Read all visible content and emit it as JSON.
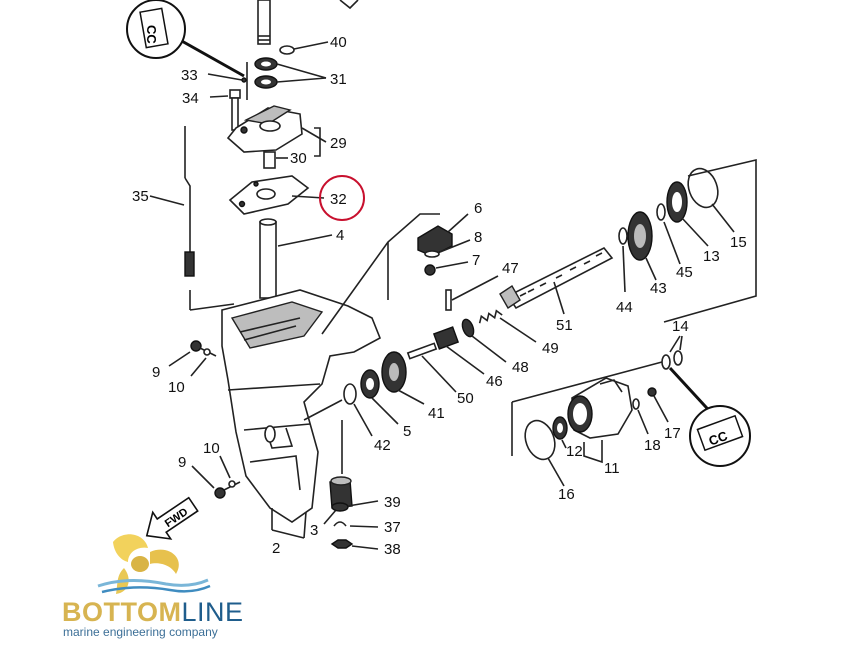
{
  "part_labels": [
    "2",
    "3",
    "4",
    "5",
    "6",
    "7",
    "8",
    "9",
    "9",
    "10",
    "10",
    "11",
    "12",
    "13",
    "14",
    "15",
    "16",
    "17",
    "18",
    "29",
    "30",
    "31",
    "32",
    "33",
    "34",
    "35",
    "37",
    "38",
    "39",
    "40",
    "41",
    "42",
    "43",
    "44",
    "45",
    "46",
    "47",
    "48",
    "49",
    "50",
    "51"
  ],
  "highlighted_part": "32",
  "arrow_label": "FWD",
  "brand": {
    "name_part1": "BOTTOM",
    "name_part2": "LINE",
    "tagline": "marine engineering company"
  },
  "colors": {
    "highlight": "#c8102e",
    "brand_gold": "#d7b451",
    "brand_blue": "#1f5d8c"
  }
}
